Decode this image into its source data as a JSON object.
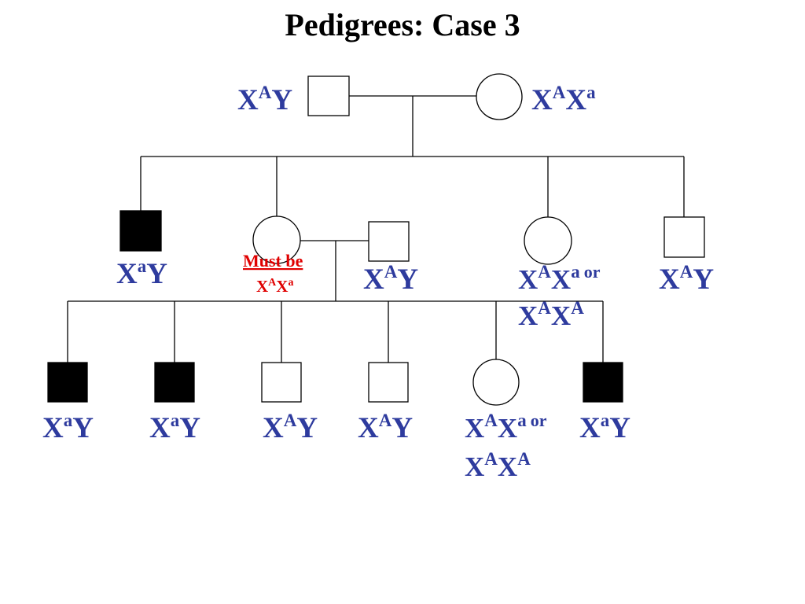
{
  "title": "Pedigrees: Case 3",
  "colors": {
    "genotype": "#2e3b9e",
    "note": "#e00000",
    "affected": "#000000",
    "unaffected": "#ffffff"
  },
  "note": {
    "line1": "Must be",
    "line2": {
      "base1": "X",
      "sup1": "A",
      "base2": "X",
      "sup2": "a"
    }
  },
  "individuals": [
    {
      "id": "gen1-father",
      "sex": "male",
      "affected": false,
      "genotype": {
        "line1": {
          "b1": "X",
          "s1": "A",
          "b2": "Y"
        }
      }
    },
    {
      "id": "gen1-mother",
      "sex": "female",
      "affected": false,
      "genotype": {
        "line1": {
          "b1": "X",
          "s1": "A",
          "b2": "X",
          "s2": "a"
        }
      }
    },
    {
      "id": "gen2-son-1",
      "sex": "male",
      "affected": true,
      "genotype": {
        "line1": {
          "b1": "X",
          "s1": "a",
          "b2": "Y"
        }
      }
    },
    {
      "id": "gen2-daughter-1",
      "sex": "female",
      "affected": false,
      "genotype": null
    },
    {
      "id": "gen2-spouse",
      "sex": "male",
      "affected": false,
      "genotype": {
        "line1": {
          "b1": "X",
          "s1": "A",
          "b2": "Y"
        }
      }
    },
    {
      "id": "gen2-daughter-2",
      "sex": "female",
      "affected": false,
      "genotype": {
        "line1": {
          "b1": "X",
          "s1": "A",
          "b2": "X",
          "s2": "a",
          "or": "or"
        },
        "line2": {
          "b1": "X",
          "s1": "A",
          "b2": "X",
          "s2": "A"
        }
      }
    },
    {
      "id": "gen2-son-2",
      "sex": "male",
      "affected": false,
      "genotype": {
        "line1": {
          "b1": "X",
          "s1": "A",
          "b2": "Y"
        }
      }
    },
    {
      "id": "gen3-son-1",
      "sex": "male",
      "affected": true,
      "genotype": {
        "line1": {
          "b1": "X",
          "s1": "a",
          "b2": "Y"
        }
      }
    },
    {
      "id": "gen3-son-2",
      "sex": "male",
      "affected": true,
      "genotype": {
        "line1": {
          "b1": "X",
          "s1": "a",
          "b2": "Y"
        }
      }
    },
    {
      "id": "gen3-son-3",
      "sex": "male",
      "affected": false,
      "genotype": {
        "line1": {
          "b1": "X",
          "s1": "A",
          "b2": "Y"
        }
      }
    },
    {
      "id": "gen3-son-4",
      "sex": "male",
      "affected": false,
      "genotype": {
        "line1": {
          "b1": "X",
          "s1": "A",
          "b2": "Y"
        }
      }
    },
    {
      "id": "gen3-daughter",
      "sex": "female",
      "affected": false,
      "genotype": {
        "line1": {
          "b1": "X",
          "s1": "A",
          "b2": "X",
          "s2": "a",
          "or": "or"
        },
        "line2": {
          "b1": "X",
          "s1": "A",
          "b2": "X",
          "s2": "A"
        }
      }
    },
    {
      "id": "gen3-son-5",
      "sex": "male",
      "affected": true,
      "genotype": {
        "line1": {
          "b1": "X",
          "s1": "a",
          "b2": "Y"
        }
      }
    }
  ]
}
